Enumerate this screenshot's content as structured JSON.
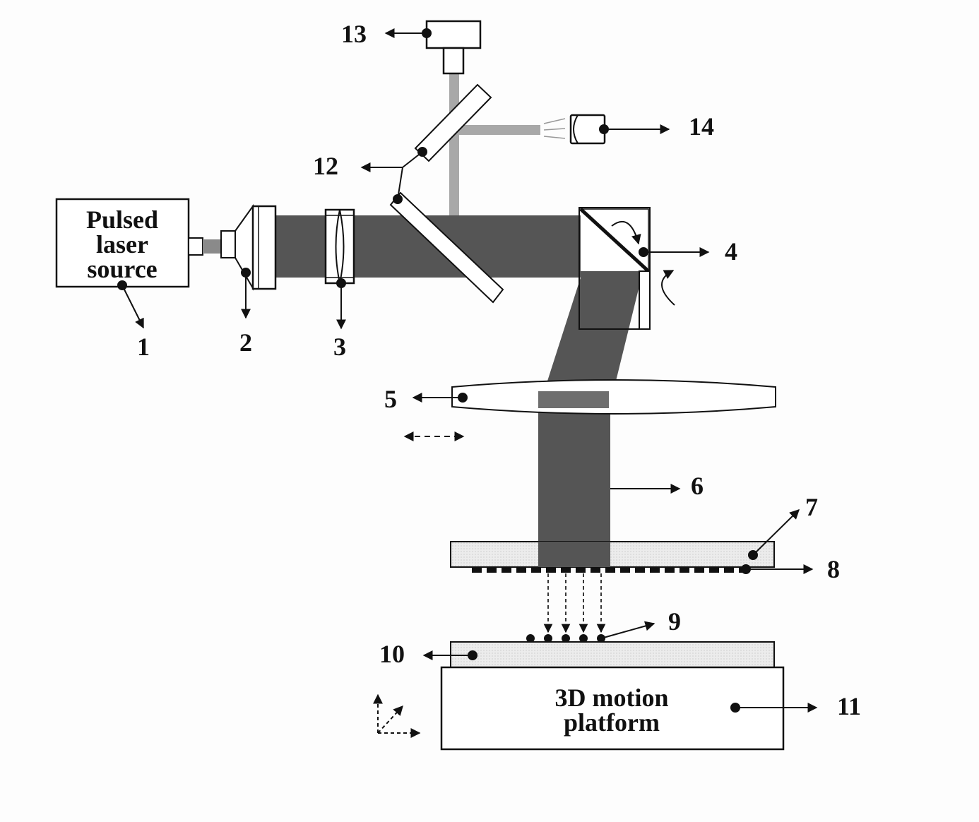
{
  "box_labels": {
    "laser_line1": "Pulsed",
    "laser_line2": "laser",
    "laser_line3": "source",
    "platform_line1": "3D motion",
    "platform_line2": "platform"
  },
  "callouts": {
    "c1": "1",
    "c2": "2",
    "c3": "3",
    "c4": "4",
    "c5": "5",
    "c6": "6",
    "c7": "7",
    "c8": "8",
    "c9": "9",
    "c10": "10",
    "c11": "11",
    "c12": "12",
    "c13": "13",
    "c14": "14"
  },
  "colors": {
    "beam": "#555555",
    "probe_beam": "#a8a8a8",
    "substrate_fill": "#e6e6e6",
    "line": "#111111"
  }
}
